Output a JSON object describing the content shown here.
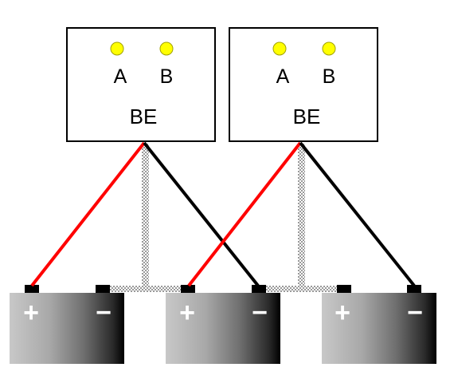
{
  "units": [
    {
      "label": "BE",
      "terminal_a": "A",
      "terminal_b": "B"
    },
    {
      "label": "BE",
      "terminal_a": "A",
      "terminal_b": "B"
    }
  ],
  "batteries": [
    {
      "positive": "+",
      "negative": "−"
    },
    {
      "positive": "+",
      "negative": "−"
    },
    {
      "positive": "+",
      "negative": "−"
    }
  ],
  "colors": {
    "led": "#ffff00",
    "positive_wire": "#ff0000",
    "negative_wire": "#000000",
    "sense_wire": "#cfcfcf",
    "battery_light": "#bdbdbd",
    "battery_dark": "#000000",
    "battery_terminal": "#000000"
  }
}
